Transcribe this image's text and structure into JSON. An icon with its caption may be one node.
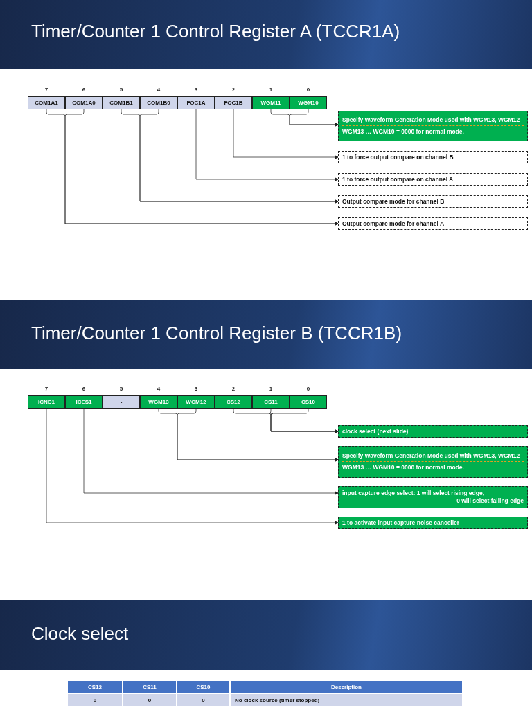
{
  "diagram": {
    "nodes": [
      {
        "text": [
          "COM1A1"
        ],
        "beside": [
          "7"
        ]
      },
      {
        "text": [
          "COM1A0"
        ],
        "beside": [
          "6"
        ]
      },
      {
        "text": [
          "COM1B1"
        ],
        "beside": [
          "5"
        ]
      },
      {
        "text": [
          "COM1B0"
        ],
        "beside": [
          "4"
        ]
      },
      {
        "text": [
          "FOC1A"
        ],
        "beside": [
          "3"
        ]
      },
      {
        "text": [
          "FOC1B"
        ],
        "beside": [
          "2"
        ]
      },
      {
        "text": [
          "WGM11"
        ],
        "beside": [
          "1"
        ]
      },
      {
        "text": [
          "WGM10"
        ],
        "beside": [
          "0"
        ]
      },
      {
        "text": [
          "Specify Waveform Generation Mode used with WGM13, WGM12",
          "WGM13 … WGM10 = 0000 for normal mode."
        ]
      },
      {
        "text": [
          "1 to force output compare on channel B"
        ]
      },
      {
        "text": [
          "1 to force output compare on channel A"
        ]
      },
      {
        "text": [
          "Output compare mode for channel B"
        ]
      },
      {
        "text": [
          "Output compare mode for channel A"
        ]
      },
      {
        "text": [
          "ICNC1"
        ],
        "beside": [
          "7"
        ]
      },
      {
        "text": [
          "ICES1"
        ],
        "beside": [
          "6"
        ]
      },
      {
        "text": [
          "-"
        ],
        "beside": [
          "5"
        ]
      },
      {
        "text": [
          "WGM13"
        ],
        "beside": [
          "4"
        ]
      },
      {
        "text": [
          "WGM12"
        ],
        "beside": [
          "3"
        ]
      },
      {
        "text": [
          "CS12"
        ],
        "beside": [
          "2"
        ]
      },
      {
        "text": [
          "CS11"
        ],
        "beside": [
          "1"
        ]
      },
      {
        "text": [
          "CS10"
        ],
        "beside": [
          "0"
        ]
      },
      {
        "text": [
          "clock select (next slide)"
        ]
      },
      {
        "text": [
          "Specify Waveform Generation Mode used with WGM13, WGM12",
          "WGM13 … WGM10 = 0000 for normal mode."
        ]
      },
      {
        "text": [
          "input capture edge select: 1 will select rising edge,",
          "0 will select falling edge"
        ]
      },
      {
        "text": [
          "1 to activate input capture noise canceller"
        ]
      }
    ],
    "edges": [
      {
        "from": 6,
        "to": 8,
        "arrow": "to"
      },
      {
        "from": 7,
        "to": 8,
        "arrow": "to"
      },
      {
        "from": 5,
        "to": 9,
        "arrow": "to"
      },
      {
        "from": 4,
        "to": 10,
        "arrow": "to"
      },
      {
        "from": 2,
        "to": 11,
        "arrow": "to"
      },
      {
        "from": 3,
        "to": 11,
        "arrow": "to"
      },
      {
        "from": 0,
        "to": 12,
        "arrow": "to"
      },
      {
        "from": 1,
        "to": 12,
        "arrow": "to"
      },
      {
        "from": 18,
        "to": 21,
        "arrow": "to"
      },
      {
        "from": 19,
        "to": 21,
        "arrow": "to"
      },
      {
        "from": 20,
        "to": 21,
        "arrow": "to"
      },
      {
        "from": 16,
        "to": 22,
        "arrow": "to"
      },
      {
        "from": 17,
        "to": 22,
        "arrow": "to"
      },
      {
        "from": 14,
        "to": 23,
        "arrow": "to"
      },
      {
        "from": 13,
        "to": 24,
        "arrow": "to"
      }
    ],
    "labels": [
      "Timer/Counter 1 Control Register A (TCCR1A)",
      "Timer/Counter 1 Control Register B (TCCR1B)",
      "Clock select",
      "CS12",
      "CS11",
      "CS10",
      "Description",
      "0",
      "0",
      "0",
      "No clock source (timer stopped)"
    ]
  }
}
